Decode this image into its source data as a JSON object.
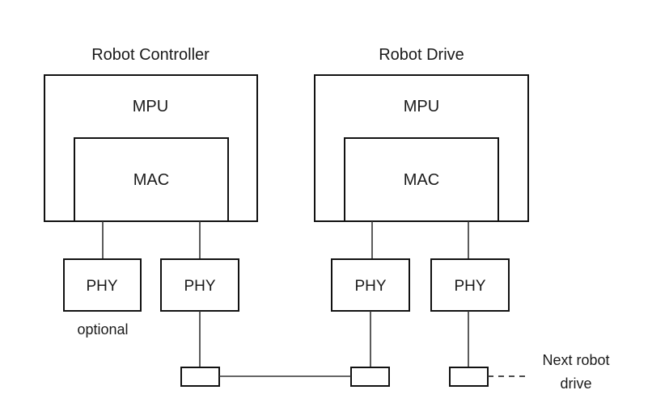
{
  "controller": {
    "title": "Robot Controller",
    "mpu_label": "MPU",
    "mac_label": "MAC",
    "phy1_label": "PHY",
    "phy1_note": "optional",
    "phy2_label": "PHY"
  },
  "drive": {
    "title": "Robot Drive",
    "mpu_label": "MPU",
    "mac_label": "MAC",
    "phy1_label": "PHY",
    "phy2_label": "PHY"
  },
  "next_robot_drive": {
    "line1": "Next robot",
    "line2": "drive"
  }
}
